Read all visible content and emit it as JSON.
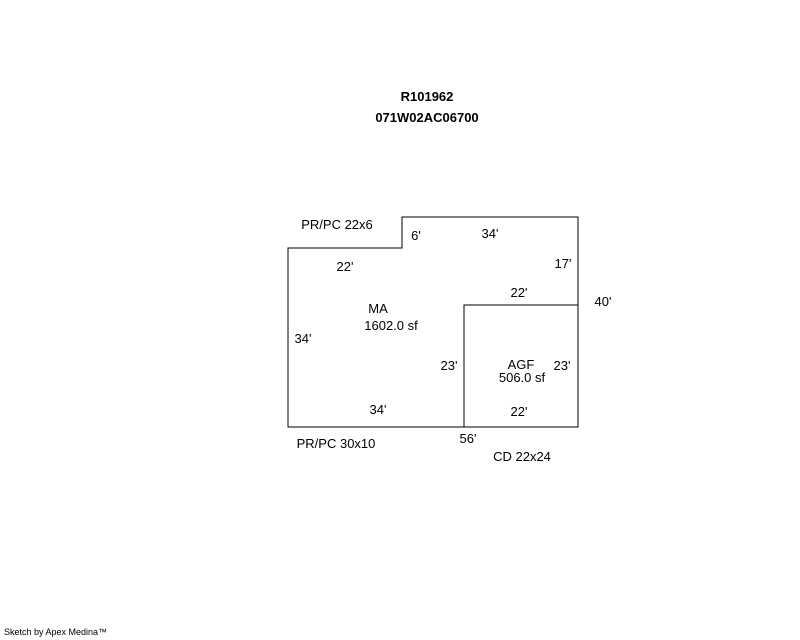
{
  "header": {
    "record_id": "R101962",
    "parcel_id": "071W02AC06700"
  },
  "sketch": {
    "areas": {
      "main": {
        "code": "MA",
        "sf": "1602.0 sf"
      },
      "garage": {
        "code": "AGF",
        "sf": "506.0 sf"
      }
    },
    "attachments": {
      "porch_top": "PR/PC 22x6",
      "porch_bottom": "PR/PC 30x10",
      "carport": "CD 22x24"
    },
    "dims": {
      "step": "6'",
      "top": "34'",
      "upper_left": "22'",
      "right_upper": "17'",
      "agf_top": "22'",
      "right_total": "40'",
      "left": "34'",
      "agf_left": "23'",
      "agf_right": "23'",
      "bottom_left": "34'",
      "agf_bottom": "22'",
      "bottom_total": "56'"
    },
    "outline_color": "#000000"
  },
  "footer": {
    "credit": "Sketch by Apex Medina™"
  }
}
